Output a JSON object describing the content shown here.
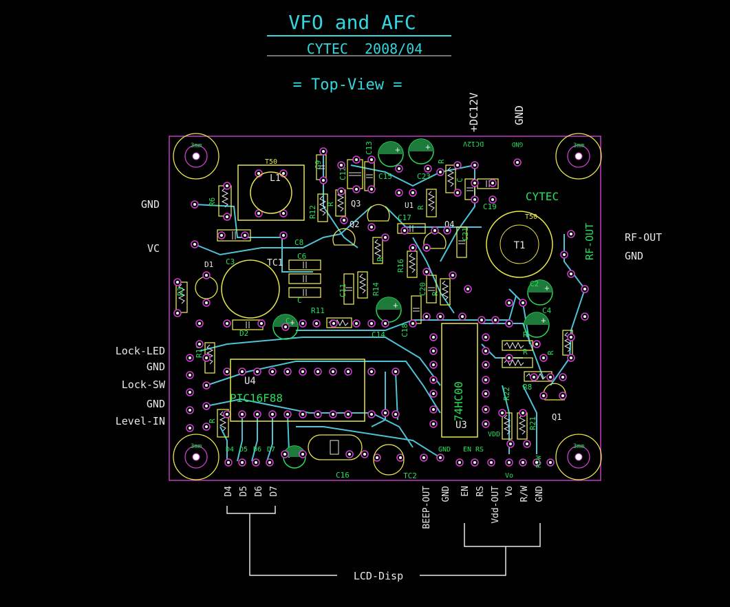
{
  "title": "VFO and AFC",
  "subtitle": "CYTEC  2008/04",
  "view_label": "= Top-View =",
  "board_brand": "CYTEC",
  "top_pins": [
    "+DC12V",
    "GND"
  ],
  "left_pins": [
    "GND",
    "VC",
    "Lock-LED",
    "GND",
    "Lock-SW",
    "GND",
    "Level-IN"
  ],
  "right_pins": [
    "RF-OUT",
    "GND"
  ],
  "bottom_lcd_pins": [
    "D4",
    "D5",
    "D6",
    "D7"
  ],
  "bottom_right_pins": [
    "BEEP-OUT",
    "GND",
    "EN",
    "RS",
    "Vdd-OUT",
    "Vo",
    "R/W",
    "GND"
  ],
  "lcd_label": "LCD-Disp",
  "components": {
    "coil": "L1",
    "coil_core": "T50",
    "transformer": "T1",
    "transformer_core": "T50",
    "trimmer1": "TC1",
    "trimmer2": "TC2",
    "ic_mcu": "PIC16F88",
    "ic_mcu_ref": "U4",
    "ic_logic": "74HC00",
    "ic_logic_ref": "U3",
    "ic_reg": "U1",
    "transistors": [
      "Q1",
      "Q2",
      "Q3",
      "Q4"
    ],
    "resistors": [
      "R3",
      "R6",
      "R9",
      "R10",
      "R11",
      "R12",
      "R14",
      "R16",
      "R22",
      "R21",
      "R8"
    ],
    "capacitors": [
      "C3",
      "C5",
      "C6",
      "C8",
      "C9",
      "C10",
      "C11",
      "C12",
      "C13",
      "C14",
      "C15",
      "C16",
      "C17",
      "C18",
      "C19",
      "C20",
      "C21",
      "C23"
    ],
    "diodes": [
      "D1",
      "D2"
    ]
  },
  "silk_small": {
    "dc12v": "DC12V",
    "gnd": "GND",
    "rf_out": "RF-OUT",
    "vdd": "VDD",
    "vo": "Vo",
    "rw": "R/W",
    "en_rs": "EN RS",
    "lcd_d": [
      "D4",
      "D5",
      "D6",
      "D7"
    ],
    "mount": "3mm"
  }
}
